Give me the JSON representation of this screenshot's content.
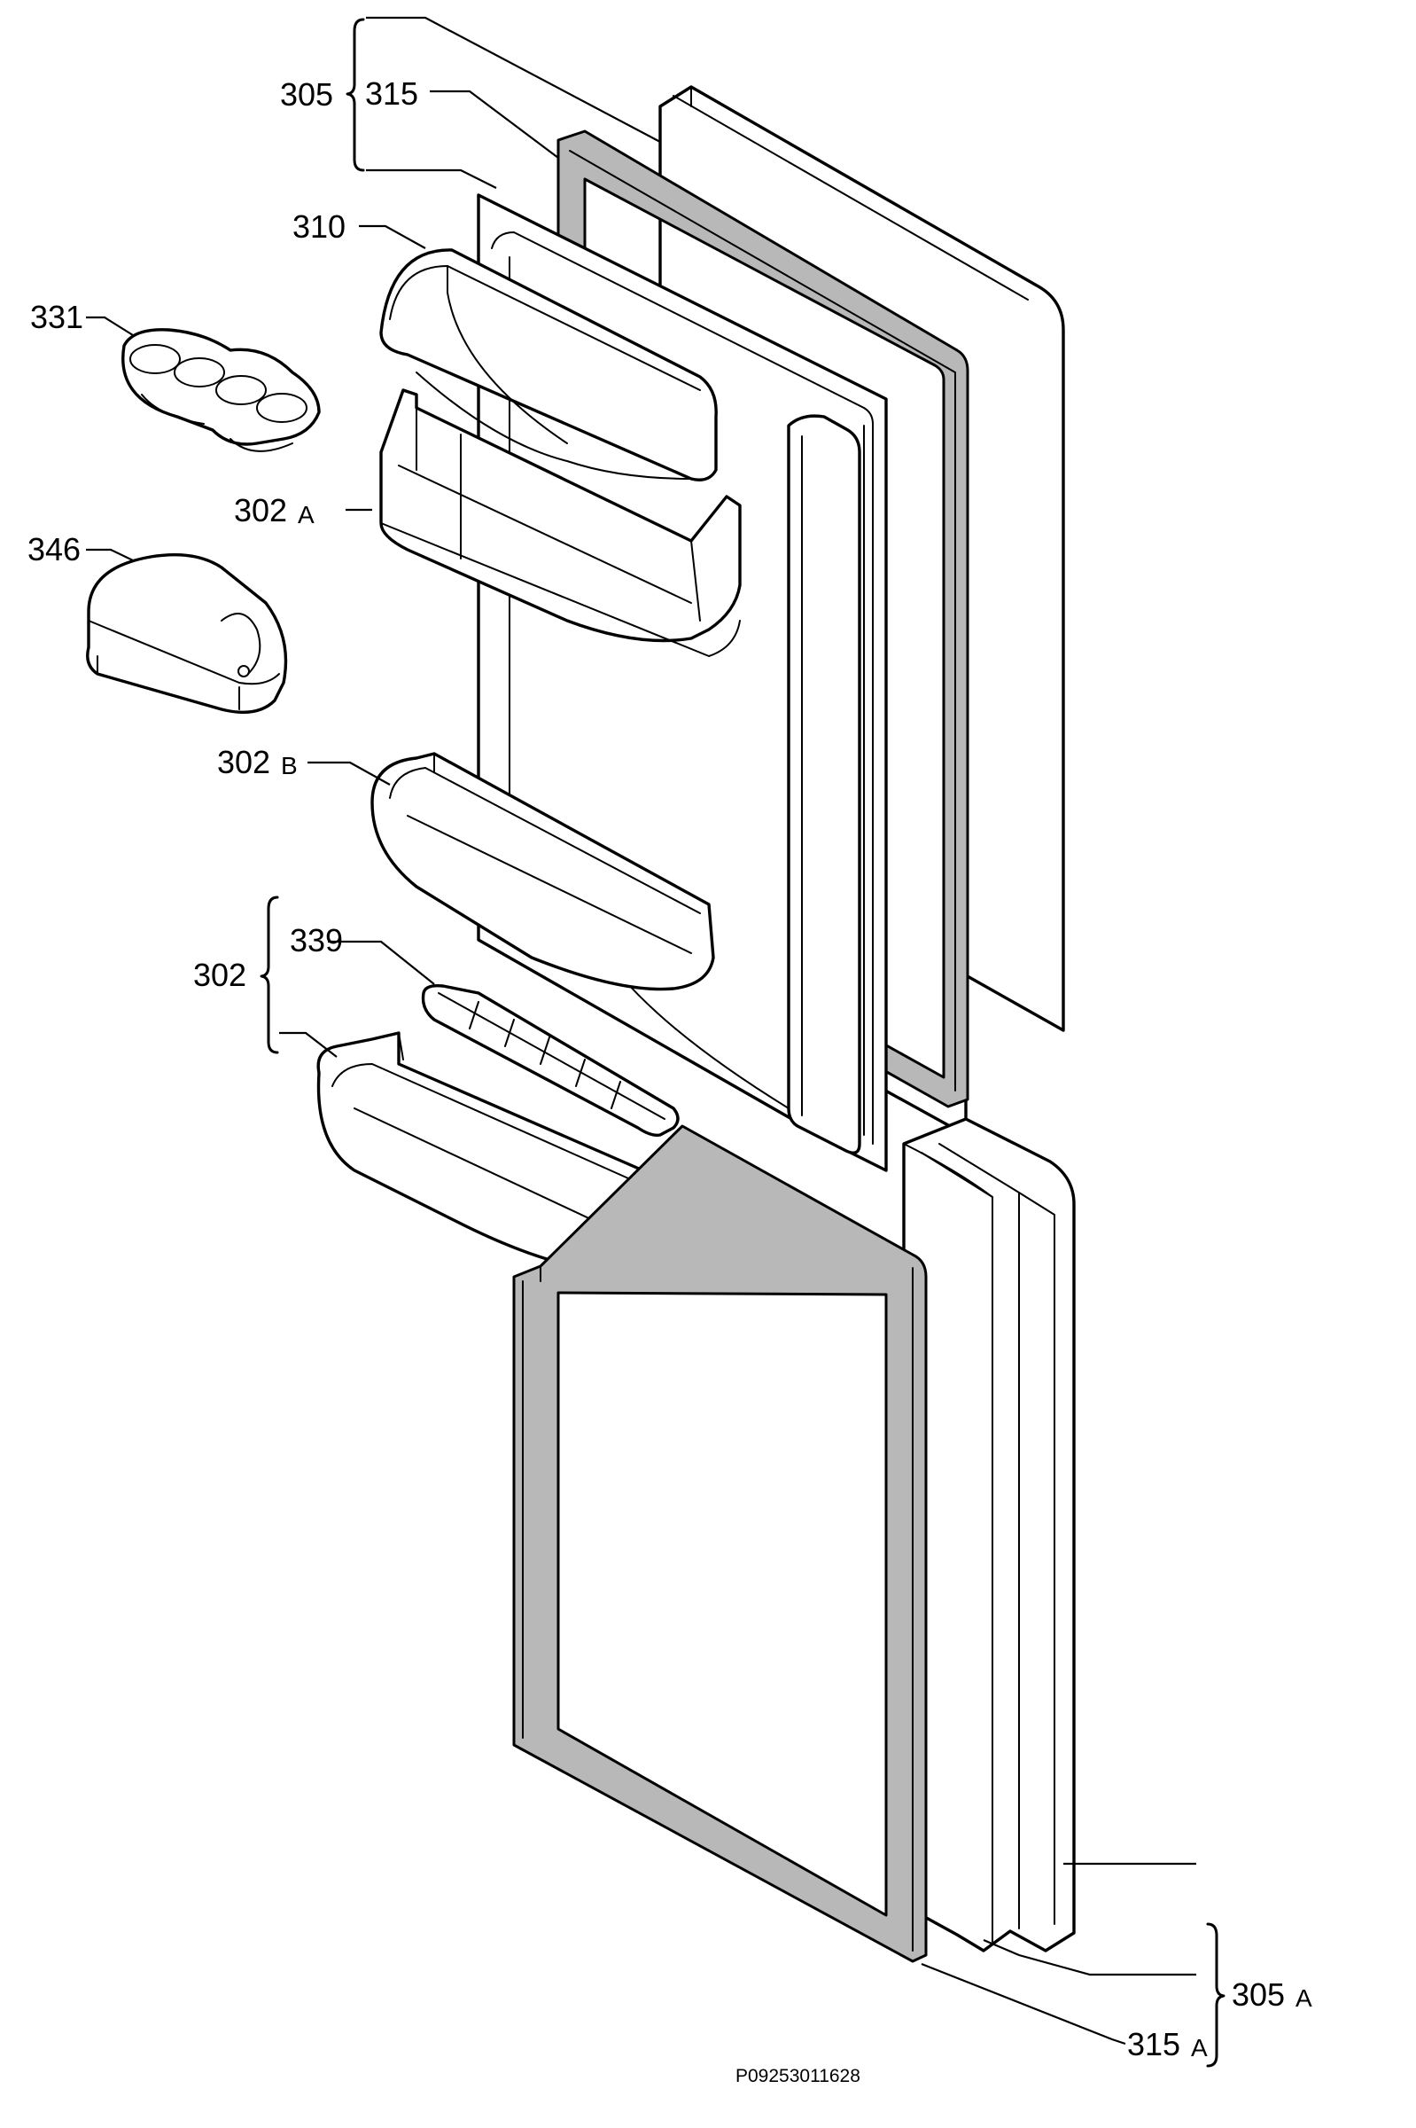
{
  "labels": {
    "l305": "305",
    "l315": "315",
    "l310": "310",
    "l331": "331",
    "l302a": "302",
    "l302a_suffix": "A",
    "l346": "346",
    "l302b": "302",
    "l302b_suffix": "B",
    "l302": "302",
    "l339": "339",
    "l305a": "305",
    "l305a_suffix": "A",
    "l315a": "315",
    "l315a_suffix": "A"
  },
  "drawing_code": "P09253011628"
}
